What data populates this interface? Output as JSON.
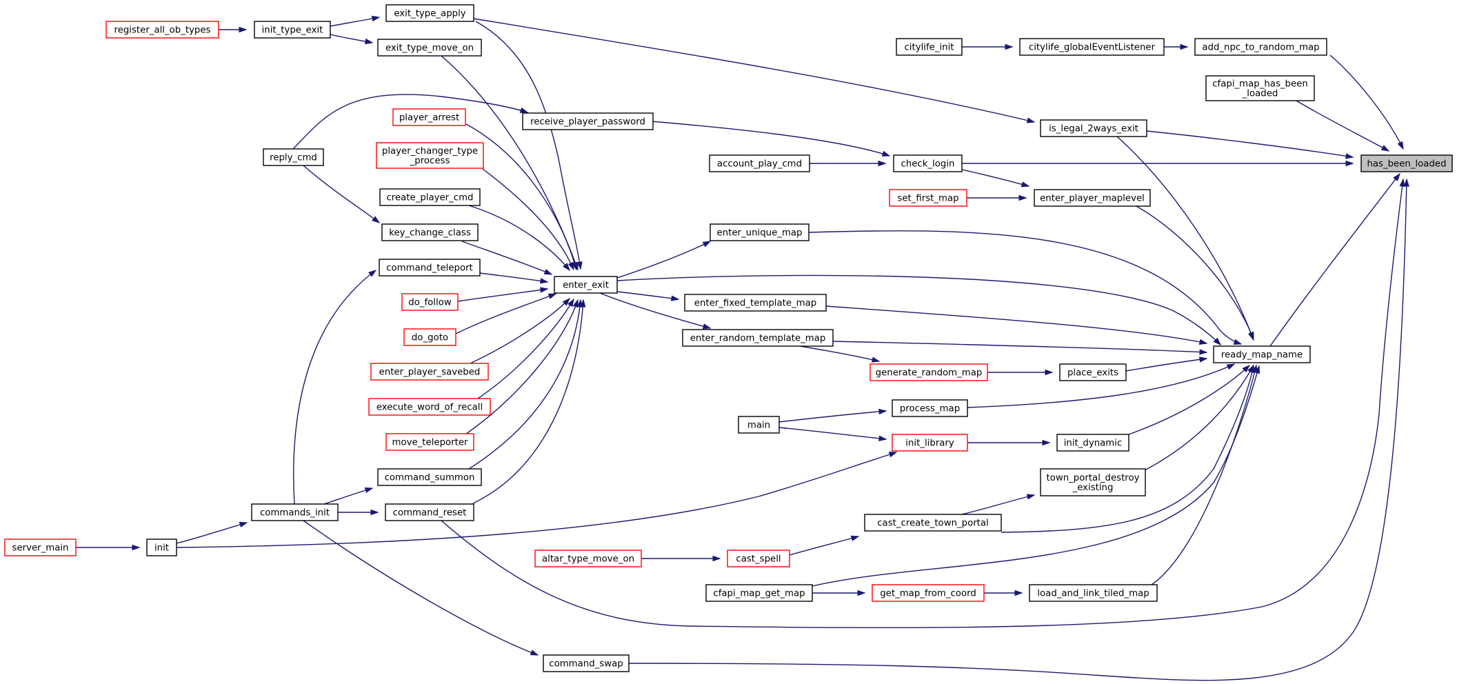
{
  "diagram": {
    "type": "call-graph",
    "colors": {
      "edge": "#191970",
      "node_fill": "#ffffff",
      "node_fill_root": "#bfbfbf",
      "node_border": "#000000",
      "node_border_truncated": "#ff0000"
    },
    "nodes": [
      {
        "id": "has_been_loaded",
        "lines": [
          "has_been_loaded"
        ],
        "root": true,
        "truncated": false
      },
      {
        "id": "add_npc_to_random_map",
        "lines": [
          "add_npc_to_random_map"
        ],
        "truncated": false
      },
      {
        "id": "citylife_globalEventListener",
        "lines": [
          "citylife_globalEventListener"
        ],
        "truncated": false
      },
      {
        "id": "citylife_init",
        "lines": [
          "citylife_init"
        ],
        "truncated": false
      },
      {
        "id": "cfapi_map_has_been_loaded",
        "lines": [
          "cfapi_map_has_been",
          "_loaded"
        ],
        "truncated": false
      },
      {
        "id": "check_login",
        "lines": [
          "check_login"
        ],
        "truncated": false
      },
      {
        "id": "account_play_cmd",
        "lines": [
          "account_play_cmd"
        ],
        "truncated": false
      },
      {
        "id": "receive_player_password",
        "lines": [
          "receive_player_password"
        ],
        "truncated": false
      },
      {
        "id": "reply_cmd",
        "lines": [
          "reply_cmd"
        ],
        "truncated": false
      },
      {
        "id": "is_legal_2ways_exit",
        "lines": [
          "is_legal_2ways_exit"
        ],
        "truncated": false
      },
      {
        "id": "exit_type_apply",
        "lines": [
          "exit_type_apply"
        ],
        "truncated": false
      },
      {
        "id": "init_type_exit",
        "lines": [
          "init_type_exit"
        ],
        "truncated": false
      },
      {
        "id": "register_all_ob_types",
        "lines": [
          "register_all_ob_types"
        ],
        "truncated": true
      },
      {
        "id": "ready_map_name",
        "lines": [
          "ready_map_name"
        ],
        "truncated": false
      },
      {
        "id": "enter_exit",
        "lines": [
          "enter_exit"
        ],
        "truncated": false
      },
      {
        "id": "exit_type_move_on",
        "lines": [
          "exit_type_move_on"
        ],
        "truncated": false
      },
      {
        "id": "player_arrest",
        "lines": [
          "player_arrest"
        ],
        "truncated": true
      },
      {
        "id": "player_changer_type_process",
        "lines": [
          "player_changer_type",
          "_process"
        ],
        "truncated": true
      },
      {
        "id": "create_player_cmd",
        "lines": [
          "create_player_cmd"
        ],
        "truncated": false
      },
      {
        "id": "key_change_class",
        "lines": [
          "key_change_class"
        ],
        "truncated": false
      },
      {
        "id": "command_teleport",
        "lines": [
          "command_teleport"
        ],
        "truncated": false
      },
      {
        "id": "commands_init",
        "lines": [
          "commands_init"
        ],
        "truncated": false
      },
      {
        "id": "init",
        "lines": [
          "init"
        ],
        "truncated": false
      },
      {
        "id": "server_main",
        "lines": [
          "server_main"
        ],
        "truncated": true
      },
      {
        "id": "do_follow",
        "lines": [
          "do_follow"
        ],
        "truncated": true
      },
      {
        "id": "do_goto",
        "lines": [
          "do_goto"
        ],
        "truncated": true
      },
      {
        "id": "enter_player_savebed",
        "lines": [
          "enter_player_savebed"
        ],
        "truncated": true
      },
      {
        "id": "execute_word_of_recall",
        "lines": [
          "execute_word_of_recall"
        ],
        "truncated": true
      },
      {
        "id": "move_teleporter",
        "lines": [
          "move_teleporter"
        ],
        "truncated": true
      },
      {
        "id": "command_summon",
        "lines": [
          "command_summon"
        ],
        "truncated": false
      },
      {
        "id": "command_reset",
        "lines": [
          "command_reset"
        ],
        "truncated": false
      },
      {
        "id": "enter_fixed_template_map",
        "lines": [
          "enter_fixed_template_map"
        ],
        "truncated": false
      },
      {
        "id": "enter_random_template_map",
        "lines": [
          "enter_random_template_map"
        ],
        "truncated": false
      },
      {
        "id": "enter_player_maplevel",
        "lines": [
          "enter_player_maplevel"
        ],
        "truncated": false
      },
      {
        "id": "set_first_map",
        "lines": [
          "set_first_map"
        ],
        "truncated": true
      },
      {
        "id": "enter_unique_map",
        "lines": [
          "enter_unique_map"
        ],
        "truncated": false
      },
      {
        "id": "generate_random_map",
        "lines": [
          "generate_random_map"
        ],
        "truncated": true
      },
      {
        "id": "place_exits",
        "lines": [
          "place_exits"
        ],
        "truncated": false
      },
      {
        "id": "process_map",
        "lines": [
          "process_map"
        ],
        "truncated": false
      },
      {
        "id": "main",
        "lines": [
          "main"
        ],
        "truncated": false
      },
      {
        "id": "init_dynamic",
        "lines": [
          "init_dynamic"
        ],
        "truncated": false
      },
      {
        "id": "init_library",
        "lines": [
          "init_library"
        ],
        "truncated": true
      },
      {
        "id": "town_portal_destroy_existing",
        "lines": [
          "town_portal_destroy",
          "_existing"
        ],
        "truncated": false
      },
      {
        "id": "cast_create_town_portal",
        "lines": [
          "cast_create_town_portal"
        ],
        "truncated": false
      },
      {
        "id": "cast_spell",
        "lines": [
          "cast_spell"
        ],
        "truncated": true
      },
      {
        "id": "altar_type_move_on",
        "lines": [
          "altar_type_move_on"
        ],
        "truncated": true
      },
      {
        "id": "load_and_link_tiled_map",
        "lines": [
          "load_and_link_tiled_map"
        ],
        "truncated": false
      },
      {
        "id": "get_map_from_coord",
        "lines": [
          "get_map_from_coord"
        ],
        "truncated": true
      },
      {
        "id": "cfapi_map_get_map",
        "lines": [
          "cfapi_map_get_map"
        ],
        "truncated": false
      },
      {
        "id": "command_swap",
        "lines": [
          "command_swap"
        ],
        "truncated": false
      }
    ],
    "edges": [
      {
        "from": "add_npc_to_random_map",
        "to": "has_been_loaded"
      },
      {
        "from": "citylife_globalEventListener",
        "to": "add_npc_to_random_map"
      },
      {
        "from": "citylife_init",
        "to": "citylife_globalEventListener"
      },
      {
        "from": "cfapi_map_has_been_loaded",
        "to": "has_been_loaded"
      },
      {
        "from": "check_login",
        "to": "has_been_loaded"
      },
      {
        "from": "account_play_cmd",
        "to": "check_login"
      },
      {
        "from": "receive_player_password",
        "to": "check_login"
      },
      {
        "from": "reply_cmd",
        "to": "receive_player_password"
      },
      {
        "from": "is_legal_2ways_exit",
        "to": "has_been_loaded"
      },
      {
        "from": "exit_type_apply",
        "to": "is_legal_2ways_exit"
      },
      {
        "from": "init_type_exit",
        "to": "exit_type_apply"
      },
      {
        "from": "register_all_ob_types",
        "to": "init_type_exit"
      },
      {
        "from": "ready_map_name",
        "to": "has_been_loaded"
      },
      {
        "from": "is_legal_2ways_exit",
        "to": "ready_map_name"
      },
      {
        "from": "enter_exit",
        "to": "ready_map_name"
      },
      {
        "from": "exit_type_apply",
        "to": "enter_exit"
      },
      {
        "from": "exit_type_move_on",
        "to": "enter_exit"
      },
      {
        "from": "init_type_exit",
        "to": "exit_type_move_on"
      },
      {
        "from": "player_arrest",
        "to": "enter_exit"
      },
      {
        "from": "player_changer_type_process",
        "to": "enter_exit"
      },
      {
        "from": "create_player_cmd",
        "to": "enter_exit"
      },
      {
        "from": "key_change_class",
        "to": "enter_exit"
      },
      {
        "from": "reply_cmd",
        "to": "key_change_class"
      },
      {
        "from": "command_teleport",
        "to": "enter_exit"
      },
      {
        "from": "commands_init",
        "to": "command_teleport"
      },
      {
        "from": "init",
        "to": "commands_init"
      },
      {
        "from": "server_main",
        "to": "init"
      },
      {
        "from": "do_follow",
        "to": "enter_exit"
      },
      {
        "from": "do_goto",
        "to": "enter_exit"
      },
      {
        "from": "enter_player_savebed",
        "to": "enter_exit"
      },
      {
        "from": "execute_word_of_recall",
        "to": "enter_exit"
      },
      {
        "from": "move_teleporter",
        "to": "enter_exit"
      },
      {
        "from": "command_summon",
        "to": "enter_exit"
      },
      {
        "from": "commands_init",
        "to": "command_summon"
      },
      {
        "from": "command_reset",
        "to": "enter_exit"
      },
      {
        "from": "commands_init",
        "to": "command_reset"
      },
      {
        "from": "enter_exit",
        "to": "enter_fixed_template_map"
      },
      {
        "from": "enter_exit",
        "to": "enter_random_template_map"
      },
      {
        "from": "enter_exit",
        "to": "enter_unique_map"
      },
      {
        "from": "check_login",
        "to": "enter_player_maplevel"
      },
      {
        "from": "enter_player_maplevel",
        "to": "ready_map_name"
      },
      {
        "from": "set_first_map",
        "to": "enter_player_maplevel"
      },
      {
        "from": "enter_unique_map",
        "to": "ready_map_name"
      },
      {
        "from": "enter_fixed_template_map",
        "to": "ready_map_name"
      },
      {
        "from": "enter_random_template_map",
        "to": "ready_map_name"
      },
      {
        "from": "enter_random_template_map",
        "to": "generate_random_map"
      },
      {
        "from": "generate_random_map",
        "to": "place_exits"
      },
      {
        "from": "place_exits",
        "to": "ready_map_name"
      },
      {
        "from": "process_map",
        "to": "ready_map_name"
      },
      {
        "from": "main",
        "to": "process_map"
      },
      {
        "from": "main",
        "to": "init_library"
      },
      {
        "from": "init_dynamic",
        "to": "ready_map_name"
      },
      {
        "from": "init_library",
        "to": "init_dynamic"
      },
      {
        "from": "init",
        "to": "init_library"
      },
      {
        "from": "town_portal_destroy_existing",
        "to": "ready_map_name"
      },
      {
        "from": "cast_create_town_portal",
        "to": "town_portal_destroy_existing"
      },
      {
        "from": "cast_create_town_portal",
        "to": "ready_map_name"
      },
      {
        "from": "cast_spell",
        "to": "cast_create_town_portal"
      },
      {
        "from": "altar_type_move_on",
        "to": "cast_spell"
      },
      {
        "from": "load_and_link_tiled_map",
        "to": "ready_map_name"
      },
      {
        "from": "get_map_from_coord",
        "to": "load_and_link_tiled_map"
      },
      {
        "from": "cfapi_map_get_map",
        "to": "get_map_from_coord"
      },
      {
        "from": "cfapi_map_get_map",
        "to": "ready_map_name"
      },
      {
        "from": "command_reset",
        "to": "has_been_loaded"
      },
      {
        "from": "commands_init",
        "to": "command_swap"
      },
      {
        "from": "command_swap",
        "to": "has_been_loaded"
      }
    ]
  }
}
